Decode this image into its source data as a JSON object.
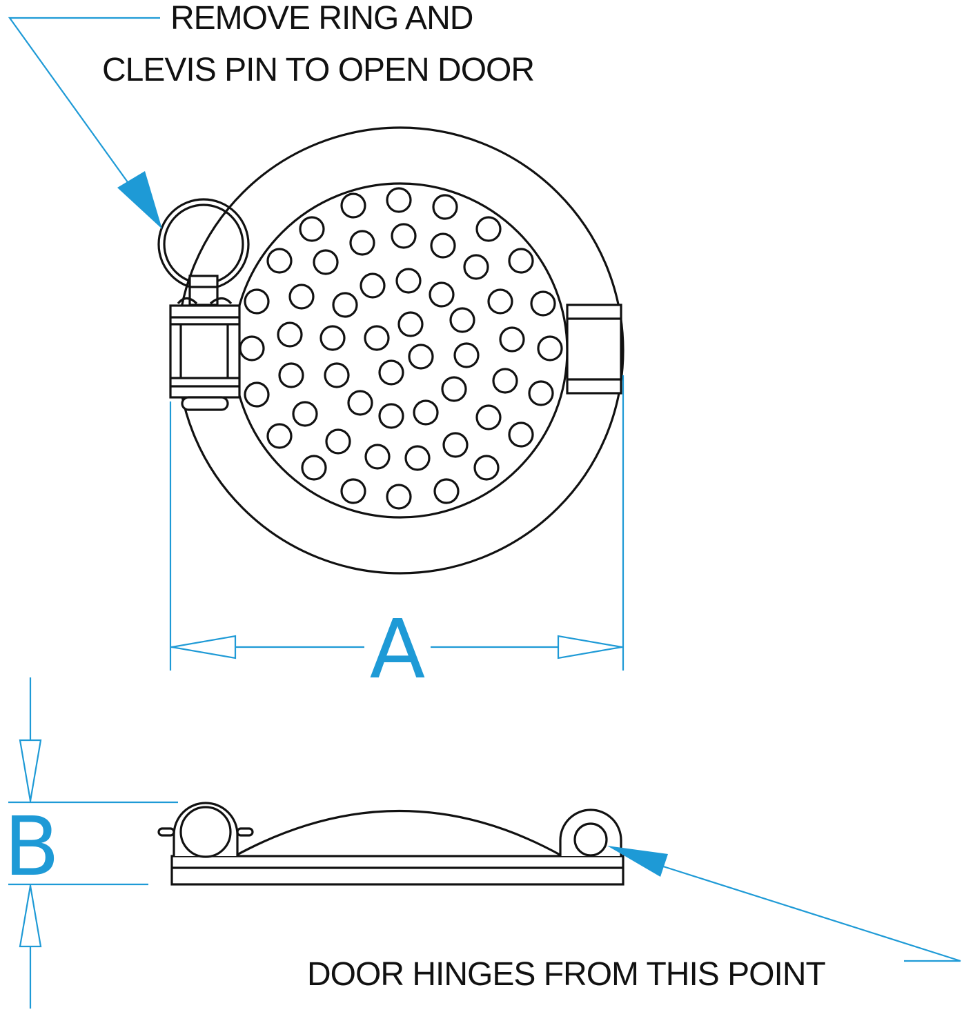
{
  "notes": {
    "ring_line1": "REMOVE RING AND",
    "ring_line2": "CLEVIS PIN TO OPEN DOOR",
    "hinge": "DOOR HINGES FROM THIS POINT"
  },
  "dimensions": {
    "width_label": "A",
    "height_label": "B"
  },
  "colors": {
    "dimension": "#1e9ad6",
    "linework": "#111111"
  }
}
